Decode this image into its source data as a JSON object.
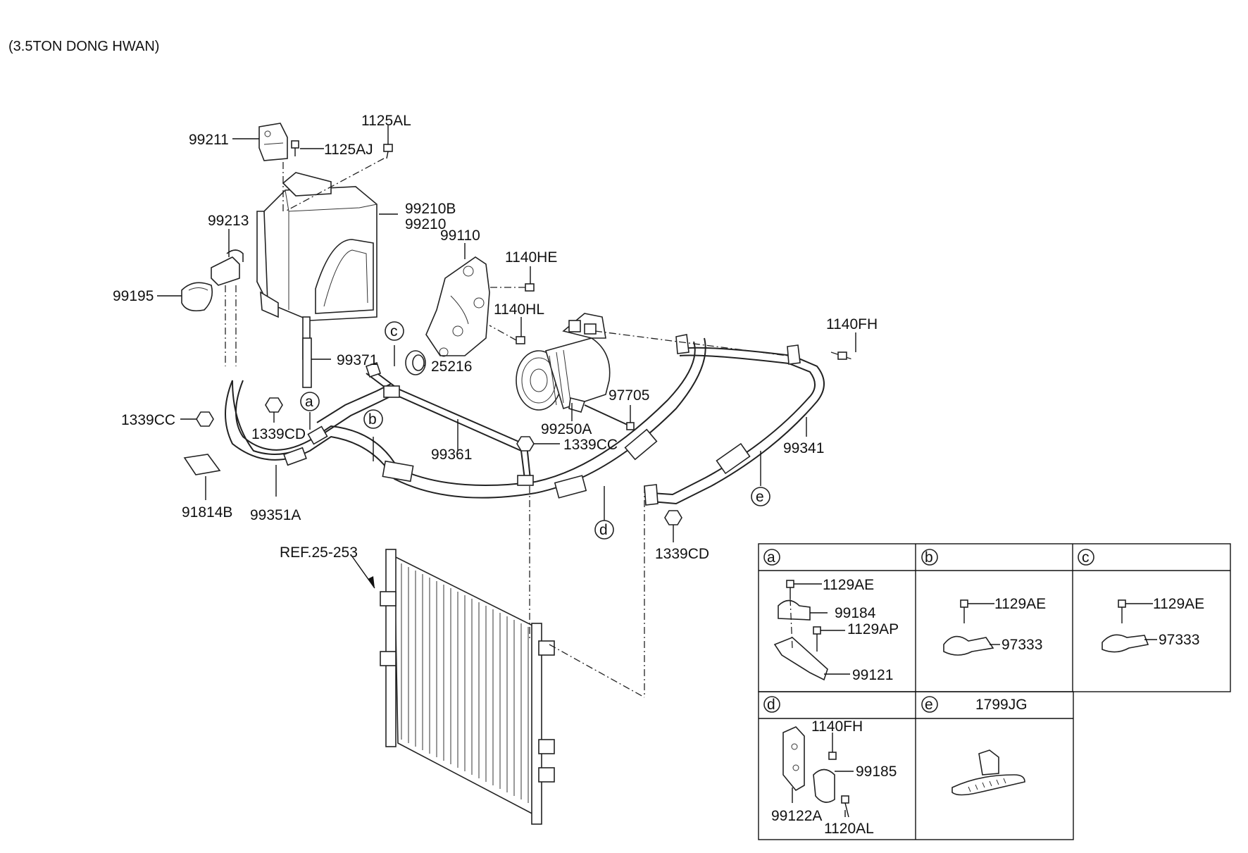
{
  "header": {
    "title": "(3.5TON DONG HWAN)"
  },
  "labels": {
    "p99211": "99211",
    "p1125AL": "1125AL",
    "p1125AJ": "1125AJ",
    "p99210B": "99210B",
    "p99210": "99210",
    "p99213": "99213",
    "p99110": "99110",
    "p1140HE": "1140HE",
    "p99195": "99195",
    "p1140HL": "1140HL",
    "p1140FH": "1140FH",
    "p99371": "99371",
    "p25216": "25216",
    "p97705": "97705",
    "p1339CC_a": "1339CC",
    "p1339CD_a": "1339CD",
    "p99250A": "99250A",
    "p99341": "99341",
    "p99361": "99361",
    "p1339CC_b": "1339CC",
    "p91814B": "91814B",
    "p99351A": "99351A",
    "p1339CD_b": "1339CD",
    "ref": "REF.25-253"
  },
  "callouts": {
    "a": "a",
    "b": "b",
    "c": "c",
    "d": "d",
    "e": "e"
  },
  "detail_table": {
    "a": {
      "header": "a",
      "parts": [
        "1129AE",
        "99184",
        "1129AP",
        "99121"
      ]
    },
    "b": {
      "header": "b",
      "parts": [
        "1129AE",
        "97333"
      ]
    },
    "c": {
      "header": "c",
      "parts": [
        "1129AE",
        "97333"
      ]
    },
    "d": {
      "header": "d",
      "parts": [
        "1140FH",
        "99185",
        "99122A",
        "1120AL"
      ]
    },
    "e": {
      "header": "e",
      "parts": [
        "1799JG"
      ]
    }
  }
}
